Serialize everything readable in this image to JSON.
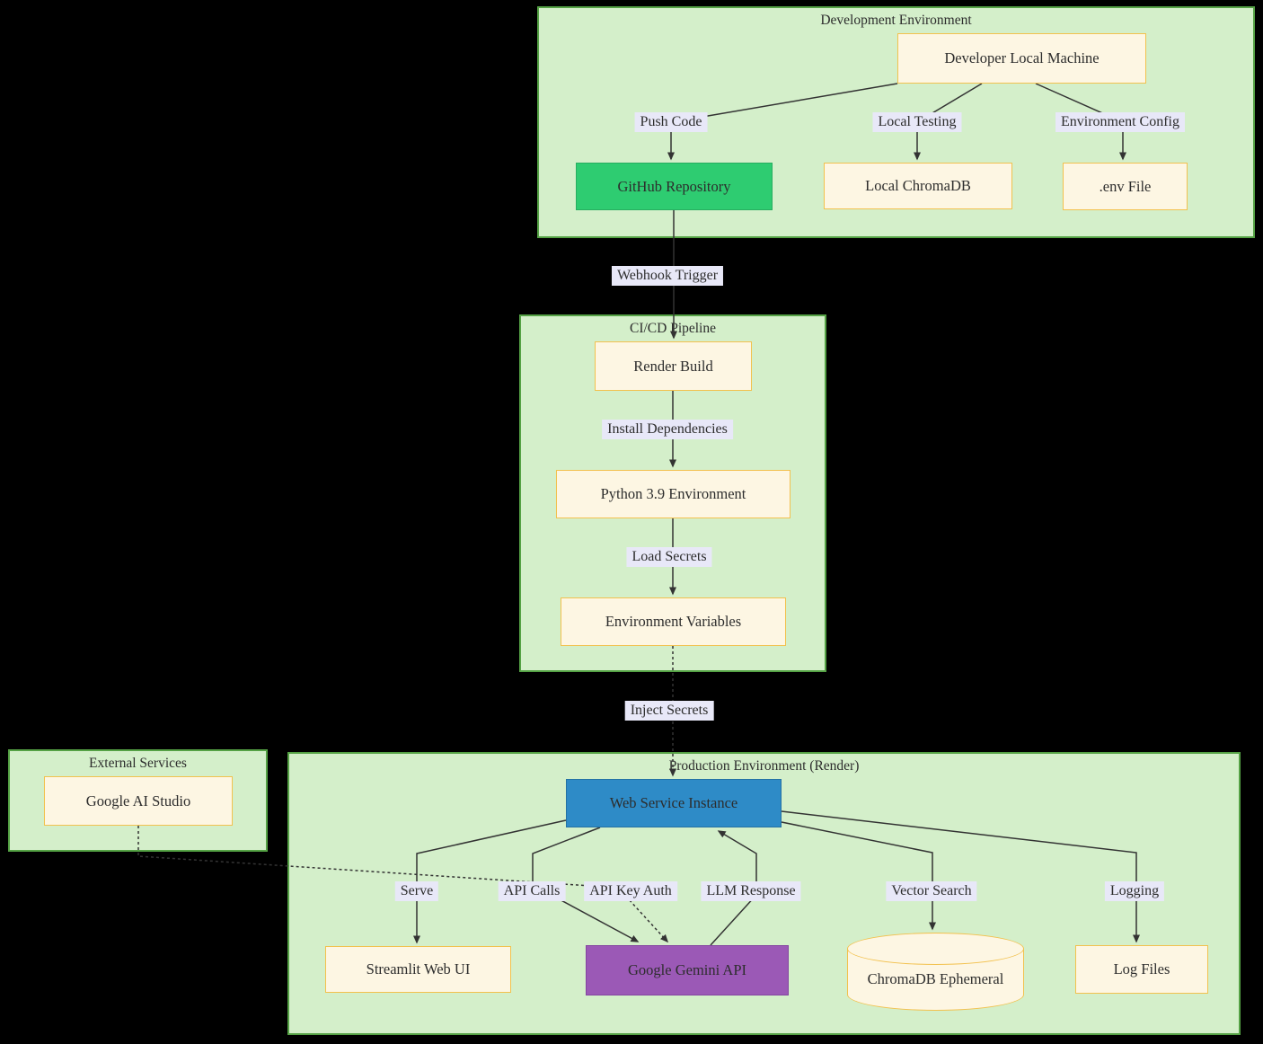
{
  "diagram": {
    "type": "flowchart",
    "background": "#000000",
    "subgraphs": {
      "dev": {
        "title": "Development Environment"
      },
      "cicd": {
        "title": "CI/CD Pipeline"
      },
      "external": {
        "title": "External Services"
      },
      "prod": {
        "title": "Production Environment (Render)"
      }
    },
    "nodes": {
      "dev_machine": {
        "label": "Developer Local Machine",
        "shape": "rect",
        "fill": "#fdf6e3"
      },
      "github": {
        "label": "GitHub Repository",
        "shape": "rect",
        "fill": "#2ecc71"
      },
      "local_chromadb": {
        "label": "Local ChromaDB",
        "shape": "rect",
        "fill": "#fdf6e3"
      },
      "env_file": {
        "label": ".env File",
        "shape": "rect",
        "fill": "#fdf6e3"
      },
      "render_build": {
        "label": "Render Build",
        "shape": "rect",
        "fill": "#fdf6e3"
      },
      "python_env": {
        "label": "Python 3.9 Environment",
        "shape": "rect",
        "fill": "#fdf6e3"
      },
      "env_vars": {
        "label": "Environment Variables",
        "shape": "rect",
        "fill": "#fdf6e3"
      },
      "google_ai_studio": {
        "label": "Google AI Studio",
        "shape": "rect",
        "fill": "#fdf6e3"
      },
      "web_service": {
        "label": "Web Service Instance",
        "shape": "rect",
        "fill": "#2e8bc7"
      },
      "streamlit": {
        "label": "Streamlit Web UI",
        "shape": "rect",
        "fill": "#fdf6e3"
      },
      "gemini": {
        "label": "Google Gemini API",
        "shape": "rect",
        "fill": "#9b59b6"
      },
      "chromadb_ephemeral": {
        "label": "ChromaDB Ephemeral",
        "shape": "cylinder",
        "fill": "#fdf6e3"
      },
      "log_files": {
        "label": "Log Files",
        "shape": "rect",
        "fill": "#fdf6e3"
      }
    },
    "edges": [
      {
        "from": "Developer Local Machine",
        "to": "GitHub Repository",
        "label": "Push Code",
        "style": "solid"
      },
      {
        "from": "Developer Local Machine",
        "to": "Local ChromaDB",
        "label": "Local Testing",
        "style": "solid"
      },
      {
        "from": "Developer Local Machine",
        "to": ".env File",
        "label": "Environment Config",
        "style": "solid"
      },
      {
        "from": "GitHub Repository",
        "to": "Render Build",
        "label": "Webhook Trigger",
        "style": "solid"
      },
      {
        "from": "Render Build",
        "to": "Python 3.9 Environment",
        "label": "Install Dependencies",
        "style": "solid"
      },
      {
        "from": "Python 3.9 Environment",
        "to": "Environment Variables",
        "label": "Load Secrets",
        "style": "solid"
      },
      {
        "from": "Environment Variables",
        "to": "Web Service Instance",
        "label": "Inject Secrets",
        "style": "dotted"
      },
      {
        "from": "Web Service Instance",
        "to": "Streamlit Web UI",
        "label": "Serve",
        "style": "solid"
      },
      {
        "from": "Web Service Instance",
        "to": "Google Gemini API",
        "label": "API Calls",
        "style": "solid"
      },
      {
        "from": "Google AI Studio",
        "to": "Google Gemini API",
        "label": "API Key Auth",
        "style": "dotted"
      },
      {
        "from": "Google Gemini API",
        "to": "Web Service Instance",
        "label": "LLM Response",
        "style": "solid"
      },
      {
        "from": "Web Service Instance",
        "to": "ChromaDB Ephemeral",
        "label": "Vector Search",
        "style": "solid"
      },
      {
        "from": "Web Service Instance",
        "to": "Log Files",
        "label": "Logging",
        "style": "solid"
      }
    ],
    "colors": {
      "subgraph_fill": "#d4efca",
      "subgraph_stroke": "#55a245",
      "node_fill": "#fdf6e3",
      "node_stroke": "#f2c14e",
      "edge_label_bg": "#e8e8f8",
      "edge_stroke": "#333333",
      "text": "#2d2d2d",
      "github_green": "#2ecc71",
      "service_blue": "#2e8bc7",
      "gemini_purple": "#9b59b6"
    }
  }
}
